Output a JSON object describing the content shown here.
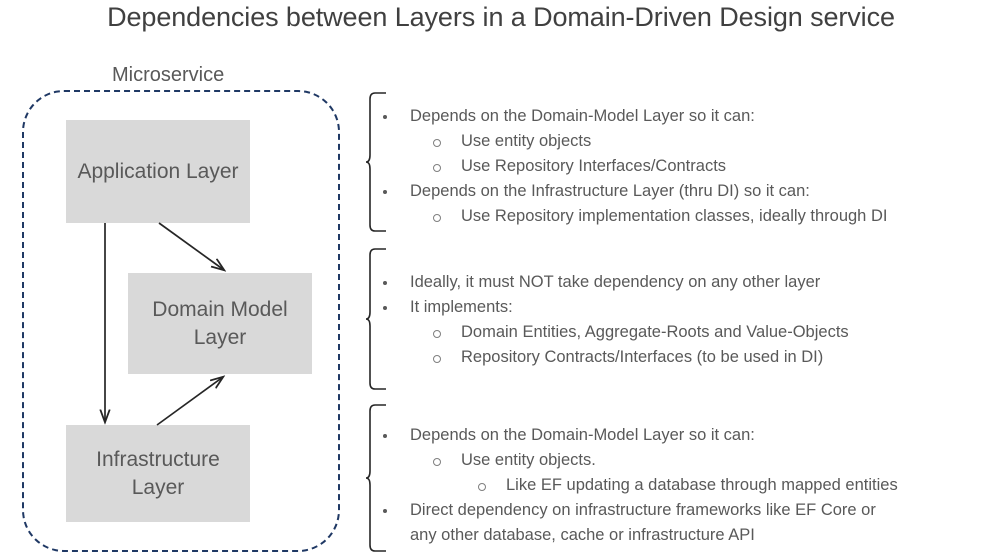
{
  "title": "Dependencies between Layers in a Domain-Driven Design service",
  "diagram": {
    "container_label": "Microservice",
    "boxes": {
      "application": "Application Layer",
      "domain_model": "Domain Model Layer",
      "infrastructure": "Infrastructure Layer"
    },
    "arrows": [
      {
        "name": "application-to-domain-model",
        "from": "Application Layer",
        "to": "Domain Model Layer"
      },
      {
        "name": "application-to-infrastructure",
        "from": "Application Layer",
        "to": "Infrastructure Layer"
      },
      {
        "name": "infrastructure-to-domain-model",
        "from": "Infrastructure Layer",
        "to": "Domain Model Layer"
      }
    ]
  },
  "colors": {
    "boundary": "#1f3864",
    "box_fill": "#d9d9d9",
    "text": "#595959",
    "title": "#404040"
  },
  "blocks": {
    "application": {
      "lines": [
        {
          "level": 1,
          "text": "Depends on the Domain-Model Layer so it can:"
        },
        {
          "level": 2,
          "text": "Use entity objects"
        },
        {
          "level": 2,
          "text": "Use Repository Interfaces/Contracts"
        },
        {
          "level": 1,
          "text": "Depends on the Infrastructure Layer (thru DI) so it can:"
        },
        {
          "level": 2,
          "text": "Use Repository implementation classes, ideally through DI"
        }
      ]
    },
    "domain_model": {
      "lines": [
        {
          "level": 1,
          "text": "Ideally, it must NOT take dependency on any other layer"
        },
        {
          "level": 1,
          "text": "It implements:"
        },
        {
          "level": 2,
          "text": "Domain Entities, Aggregate-Roots and Value-Objects"
        },
        {
          "level": 2,
          "text": "Repository Contracts/Interfaces (to be used in DI)"
        }
      ]
    },
    "infrastructure": {
      "lines": [
        {
          "level": 1,
          "text": "Depends on the Domain-Model Layer so it can:"
        },
        {
          "level": 2,
          "text": "Use entity objects."
        },
        {
          "level": 3,
          "text": "Like EF updating a database through mapped entities"
        },
        {
          "level": 1,
          "text": "Direct dependency on infrastructure frameworks like EF Core or"
        },
        {
          "level": 0,
          "text": "any other database, cache or infrastructure API"
        }
      ]
    }
  }
}
